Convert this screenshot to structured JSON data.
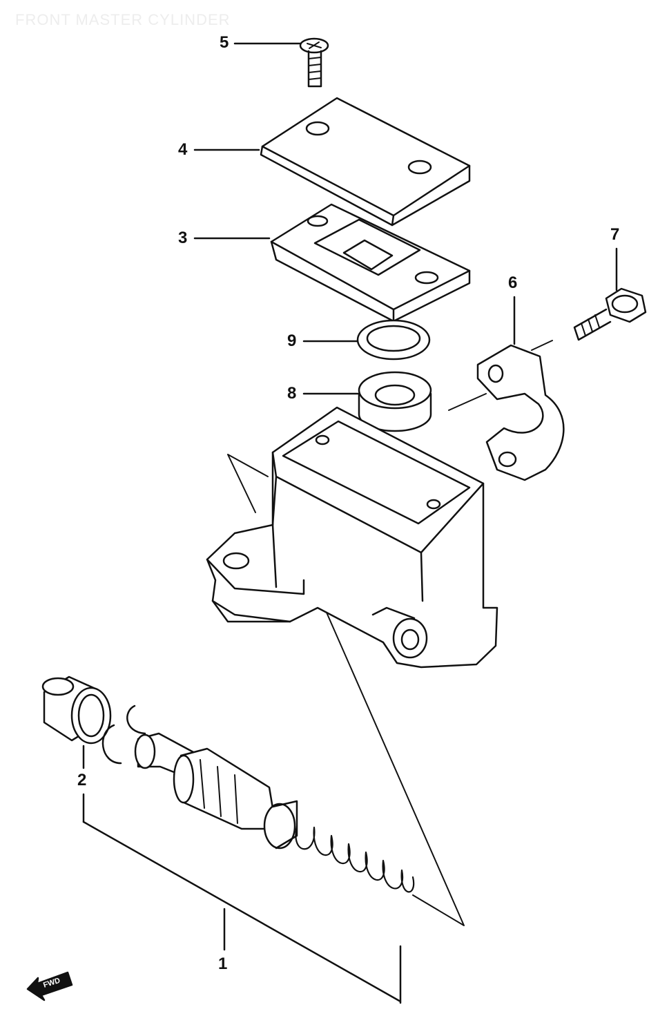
{
  "title": "FRONT MASTER CYLINDER",
  "callouts": [
    {
      "number": "1",
      "part": "piston-kit"
    },
    {
      "number": "2",
      "part": "boot"
    },
    {
      "number": "3",
      "part": "diaphragm"
    },
    {
      "number": "4",
      "part": "reservoir-cap"
    },
    {
      "number": "5",
      "part": "cap-screw"
    },
    {
      "number": "6",
      "part": "holder"
    },
    {
      "number": "7",
      "part": "holder-bolt"
    },
    {
      "number": "8",
      "part": "reservoir-seal"
    },
    {
      "number": "9",
      "part": "plate-ring"
    }
  ],
  "direction": {
    "label": "FWD",
    "icon": "forward-arrow-icon"
  },
  "colors": {
    "line": "#111111",
    "fill": "#ffffff",
    "title": "#ededed"
  }
}
